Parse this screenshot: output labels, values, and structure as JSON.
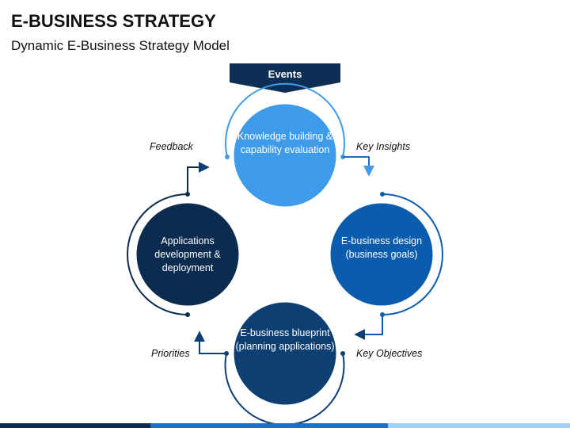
{
  "header": {
    "title": "E-BUSINESS STRATEGY",
    "subtitle": "Dynamic E-Business Strategy Model"
  },
  "events_label": "Events",
  "nodes": {
    "top": "Knowledge building & capability evaluation",
    "right": "E-business design (business goals)",
    "bottom": "E-business blueprint (planning applications)",
    "left": "Applications development & deployment"
  },
  "labels": {
    "key_insights": "Key Insights",
    "key_objectives": "Key Objectives",
    "priorities": "Priorities",
    "feedback": "Feedback"
  },
  "colors": {
    "top_circle": "#3d9be9",
    "right_circle": "#0b5cad",
    "bottom_circle": "#0d3f73",
    "left_circle": "#0b2b4f",
    "events_banner": "#0d2f55",
    "connector": "#1e6fbf"
  }
}
